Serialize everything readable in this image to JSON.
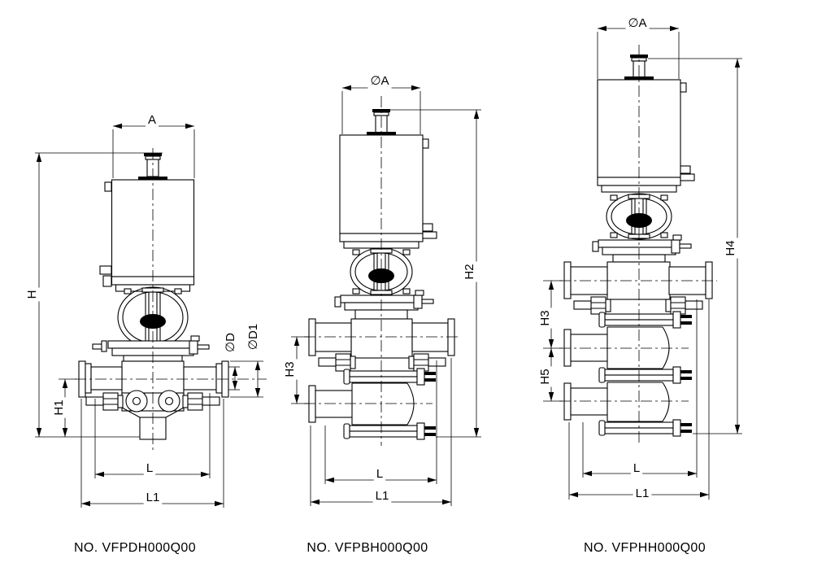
{
  "colors": {
    "line": "#000000",
    "background": "#ffffff"
  },
  "drawings": [
    {
      "position": "left",
      "part_number": "NO. VFPDH000Q00",
      "dimensions": {
        "actuator_width": "A",
        "overall_height": "H",
        "branch_height": "H1",
        "pipe_od": "∅D",
        "ferrule_od": "∅D1",
        "face_to_face": "L",
        "overall_length": "L1"
      }
    },
    {
      "position": "middle",
      "part_number": "NO. VFPBH000Q00",
      "dimensions": {
        "actuator_diameter": "∅A",
        "overall_height": "H2",
        "port_spacing": "H3",
        "face_to_face": "L",
        "overall_length": "L1"
      }
    },
    {
      "position": "right",
      "part_number": "NO. VFPHH000Q00",
      "dimensions": {
        "actuator_diameter": "∅A",
        "overall_height": "H4",
        "upper_port_spacing": "H3",
        "lower_port_spacing": "H5",
        "face_to_face": "L",
        "overall_length": "L1"
      }
    }
  ]
}
